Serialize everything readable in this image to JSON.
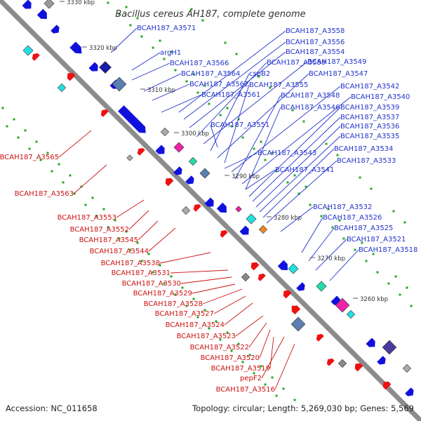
{
  "title": "Bacillus cereus AH187, complete genome",
  "footer": {
    "accession": "Accession: NC_011658",
    "summary": "Topology: circular; Length: 5,269,030 bp; Genes: 5,569"
  },
  "colors": {
    "backbone": "#8c8c8c",
    "forward_gene": "#1010dd",
    "reverse_gene": "#ee1111",
    "forward_label": "#2233cc",
    "reverse_label": "#cc1111",
    "grid_dot": "#22aa22"
  },
  "ticks": [
    "3330 kbp",
    "3320 kbp",
    "3310 kbp",
    "3300 kbp",
    "3290 kbp",
    "3280 kbp",
    "3270 kbp",
    "3260 kbp"
  ],
  "forward_labels": [
    "BCAH187_A3571",
    "argH1",
    "BCAH187_A3566",
    "BCAH187_A3564",
    "BCAH187_A3562",
    "BCAH187_A3561",
    "BCAH187_A3558",
    "BCAH187_A3556",
    "BCAH187_A3554",
    "BCAH187_A3559",
    "BCAH187_A3549",
    "cspB2",
    "BCAH187_A3547",
    "BCAH187_A3555",
    "BCAH187_A3542",
    "BCAH187_A3548",
    "BCAH187_A3540",
    "BCAH187_A3546",
    "BCAH187_A3539",
    "BCAH187_A3537",
    "BCAH187_A3551",
    "BCAH187_A3536",
    "BCAH187_A3535",
    "BCAH187_A3534",
    "BCAH187_A3543",
    "BCAH187_A3533",
    "BCAH187_A3541",
    "BCAH187_A3532",
    "BCAH187_A3526",
    "BCAH187_A3525",
    "BCAH187_A3521",
    "BCAH187_A3518"
  ],
  "reverse_labels": [
    "BCAH187_A3565",
    "BCAH187_A3563",
    "BCAH187_A3553",
    "BCAH187_A3552",
    "BCAH187_A3545",
    "BCAH187_A3544",
    "BCAH187_A3538",
    "BCAH187_A3531",
    "BCAH187_A3530",
    "BCAH187_A3529",
    "BCAH187_A3528",
    "BCAH187_A3527",
    "BCAH187_A3524",
    "BCAH187_A3523",
    "BCAH187_A3522",
    "BCAH187_A3520",
    "BCAH187_A3519",
    "pepF2",
    "BCAH187_A3516"
  ]
}
